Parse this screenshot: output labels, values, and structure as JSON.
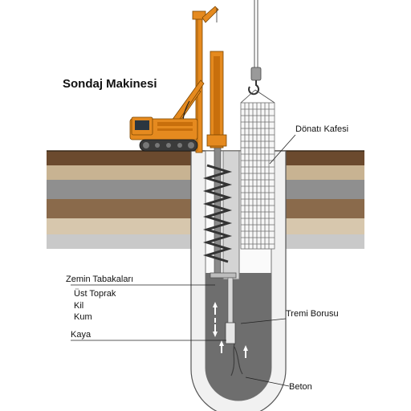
{
  "labels": {
    "machine": "Sondaj Makinesi",
    "cage": "Dönatı Kafesi",
    "layers_title": "Zemin Tabakaları",
    "layer_topsoil": "Üst Toprak",
    "layer_clay": "Kil",
    "layer_sand": "Kum",
    "layer_rock": "Kaya",
    "tremie": "Tremi Borusu",
    "concrete": "Beton"
  },
  "colors": {
    "machine_orange": "#e58a1f",
    "soil_topsoil": "#6b4a2e",
    "soil_clay": "#c8b392",
    "soil_sand": "#8f8f8f",
    "soil_brown": "#8a6a4b",
    "soil_light": "#d7c7ad",
    "rock": "#c9c9c9",
    "concrete": "#6e6e6e"
  }
}
